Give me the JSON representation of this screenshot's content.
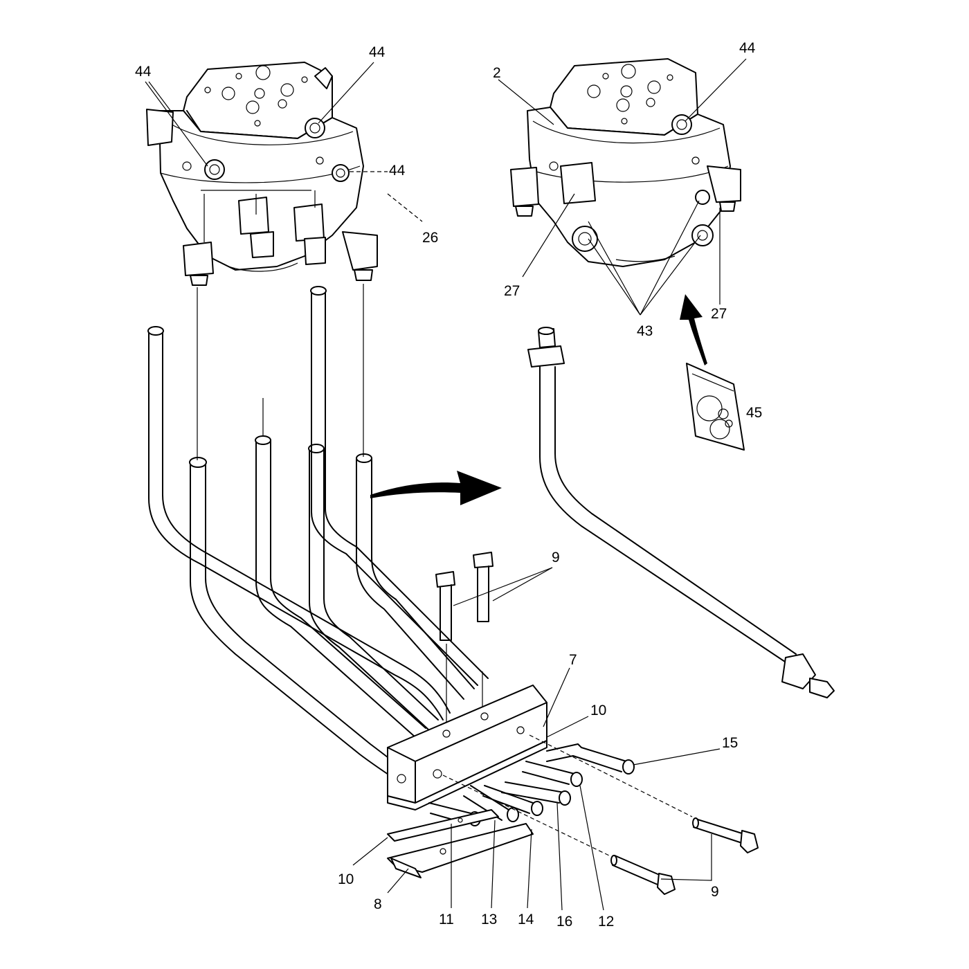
{
  "callouts": {
    "c44_a": "44",
    "c44_b": "44",
    "c44_c": "44",
    "c44_d": "44",
    "c26": "26",
    "c2": "2",
    "c27_a": "27",
    "c27_b": "27",
    "c43": "43",
    "c45": "45",
    "c9_a": "9",
    "c9_b": "9",
    "c7": "7",
    "c10_a": "10",
    "c10_b": "10",
    "c15": "15",
    "c8": "8",
    "c11": "11",
    "c13": "13",
    "c14": "14",
    "c16": "16",
    "c12": "12"
  },
  "colors": {
    "line": "#000000",
    "background": "#ffffff"
  }
}
